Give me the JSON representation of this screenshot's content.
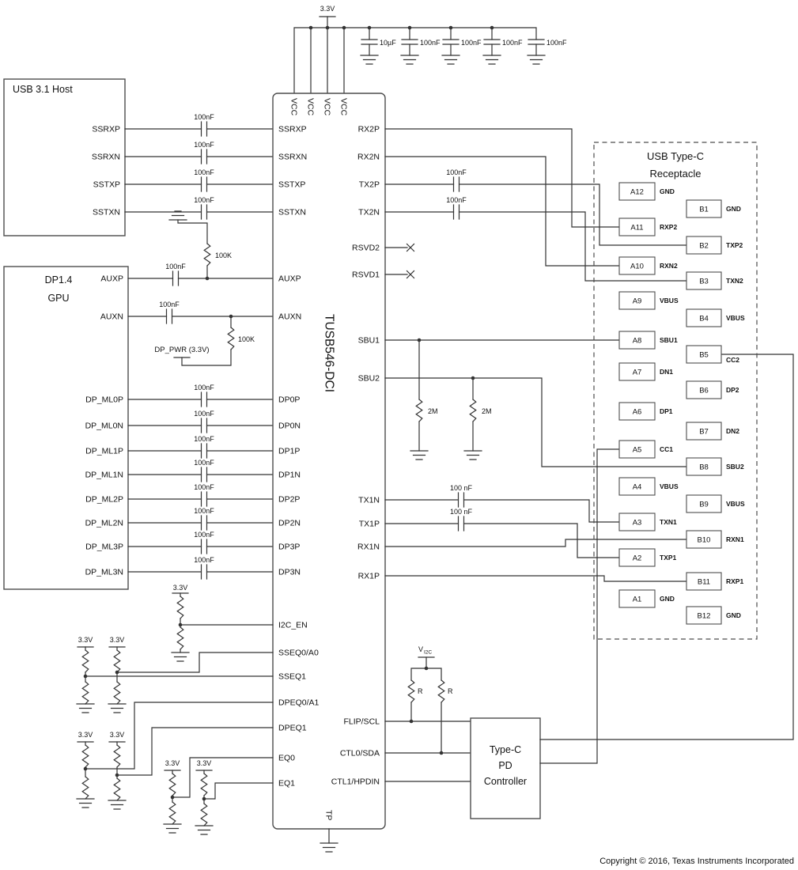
{
  "top_power": {
    "rail_label": "3.3V",
    "cap_values": [
      "10µF",
      "100nF",
      "100nF",
      "100nF",
      "100nF"
    ]
  },
  "host": {
    "title": "USB 3.1 Host",
    "pins": [
      "SSRXP",
      "SSRXN",
      "SSTXP",
      "SSTXN"
    ],
    "cap_values": [
      "100nF",
      "100nF",
      "100nF",
      "100nF"
    ]
  },
  "gpu": {
    "title_line1": "DP1.4",
    "title_line2": "GPU",
    "aux_pins": [
      "AUXP",
      "AUXN"
    ],
    "aux_cap_values": [
      "100nF",
      "100nF"
    ],
    "auxp_pull": "100K",
    "auxn_pull": "100K",
    "dp_pwr": "DP_PWR (3.3V)",
    "dp_pins": [
      "DP_ML0P",
      "DP_ML0N",
      "DP_ML1P",
      "DP_ML1N",
      "DP_ML2P",
      "DP_ML2N",
      "DP_ML3P",
      "DP_ML3N"
    ],
    "dp_cap_values": [
      "100nF",
      "100nF",
      "100nF",
      "100nF",
      "100nF",
      "100nF",
      "100nF",
      "100nF"
    ]
  },
  "chip": {
    "name": "TUSB546-DCI",
    "vcc_pins": [
      "VCC",
      "VCC",
      "VCC",
      "VCC"
    ],
    "left_pins": [
      "SSRXP",
      "SSRXN",
      "SSTXP",
      "SSTXN",
      "AUXP",
      "AUXN",
      "DP0P",
      "DP0N",
      "DP1P",
      "DP1N",
      "DP2P",
      "DP2N",
      "DP3P",
      "DP3N",
      "I2C_EN",
      "SSEQ0/A0",
      "SSEQ1",
      "DPEQ0/A1",
      "DPEQ1",
      "EQ0",
      "EQ1"
    ],
    "right_pins": [
      "RX2P",
      "RX2N",
      "TX2P",
      "TX2N",
      "RSVD2",
      "RSVD1",
      "SBU1",
      "SBU2",
      "TX1N",
      "TX1P",
      "RX1N",
      "RX1P",
      "FLIP/SCL",
      "CTL0/SDA",
      "CTL1/HPDIN"
    ],
    "bottom_pin": "TP"
  },
  "right_caps": {
    "tx2p": "100nF",
    "tx2n": "100nF",
    "tx1n": "100 nF",
    "tx1p": "100 nF"
  },
  "sbu_pulls": {
    "r1": "2M",
    "r2": "2M"
  },
  "straps": {
    "supplies": [
      "3.3V",
      "3.3V",
      "3.3V",
      "3.3V",
      "3.3V",
      "3.3V",
      "3.3V"
    ]
  },
  "i2c": {
    "v": "V",
    "v_sub": "I2C",
    "r1": "R",
    "r2": "R"
  },
  "pd": {
    "line1": "Type-C",
    "line2": "PD",
    "line3": "Controller"
  },
  "receptacle": {
    "title_line1": "USB Type-C",
    "title_line2": "Receptacle",
    "a_pins": [
      {
        "num": "A12",
        "label": "GND"
      },
      {
        "num": "A11",
        "label": "RXP2"
      },
      {
        "num": "A10",
        "label": "RXN2"
      },
      {
        "num": "A9",
        "label": "VBUS"
      },
      {
        "num": "A8",
        "label": "SBU1"
      },
      {
        "num": "A7",
        "label": "DN1"
      },
      {
        "num": "A6",
        "label": "DP1"
      },
      {
        "num": "A5",
        "label": "CC1"
      },
      {
        "num": "A4",
        "label": "VBUS"
      },
      {
        "num": "A3",
        "label": "TXN1"
      },
      {
        "num": "A2",
        "label": "TXP1"
      },
      {
        "num": "A1",
        "label": "GND"
      }
    ],
    "b_pins": [
      {
        "num": "B1",
        "label": "GND"
      },
      {
        "num": "B2",
        "label": "TXP2"
      },
      {
        "num": "B3",
        "label": "TXN2"
      },
      {
        "num": "B4",
        "label": "VBUS"
      },
      {
        "num": "B5",
        "label": "CC2"
      },
      {
        "num": "B6",
        "label": "DP2"
      },
      {
        "num": "B7",
        "label": "DN2"
      },
      {
        "num": "B8",
        "label": "SBU2"
      },
      {
        "num": "B9",
        "label": "VBUS"
      },
      {
        "num": "B10",
        "label": "RXN1"
      },
      {
        "num": "B11",
        "label": "RXP1"
      },
      {
        "num": "B12",
        "label": "GND"
      }
    ]
  },
  "footer": {
    "copyright": "Copyright © 2016, Texas Instruments Incorporated"
  }
}
